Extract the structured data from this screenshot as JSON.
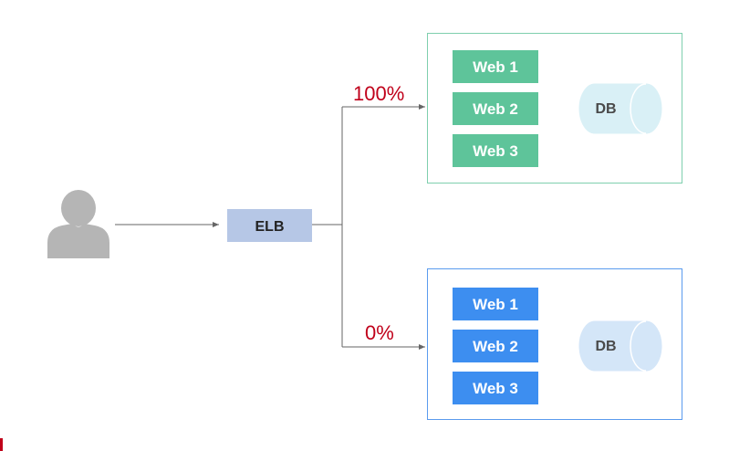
{
  "colors": {
    "green_accent": "#5ec49a",
    "green_border": "#7fcfae",
    "blue_accent": "#3d8ef0",
    "blue_border": "#5a9bee",
    "elb_fill": "#b6c7e6",
    "user_fill": "#b5b5b5",
    "db_green_fill": "#d9f0f6",
    "db_blue_fill": "#d4e6f8",
    "percent_text": "#c0001a",
    "arrow": "#666666"
  },
  "user": {
    "icon": "user-silhouette-icon"
  },
  "elb": {
    "label": "ELB"
  },
  "routes": [
    {
      "percent": "100%"
    },
    {
      "percent": "0%"
    }
  ],
  "groups": [
    {
      "theme": "green",
      "servers": [
        "Web 1",
        "Web 2",
        "Web 3"
      ],
      "db_label": "DB"
    },
    {
      "theme": "blue",
      "servers": [
        "Web 1",
        "Web 2",
        "Web 3"
      ],
      "db_label": "DB"
    }
  ]
}
